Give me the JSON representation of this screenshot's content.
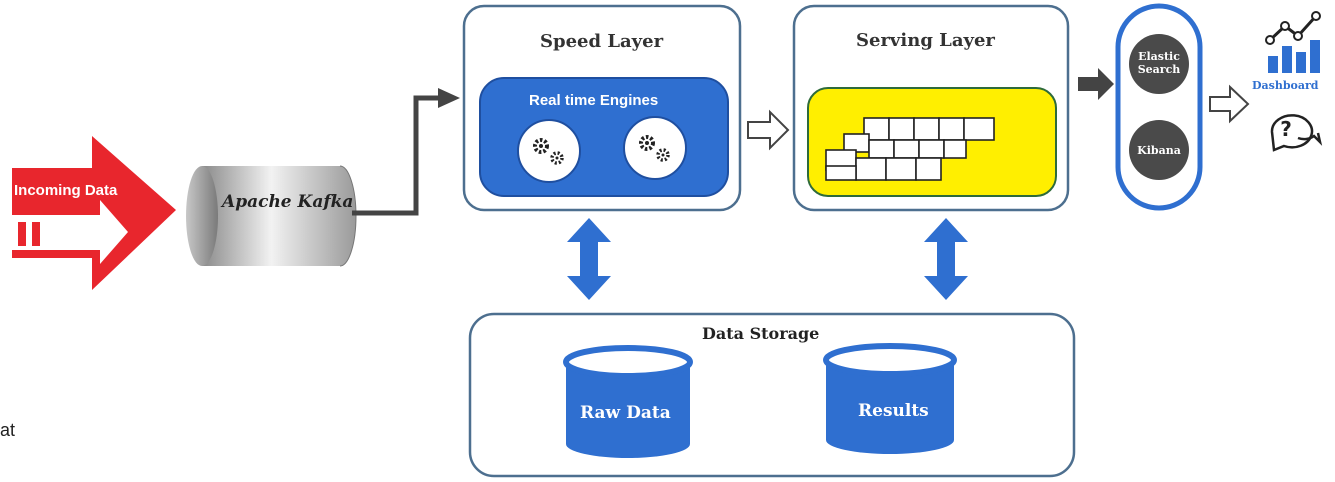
{
  "input": {
    "label": "Incoming Data"
  },
  "kafka": {
    "label": "Apache Kafka"
  },
  "speed_layer": {
    "title": "Speed Layer",
    "engines_title": "Real time Engines"
  },
  "serving_layer": {
    "title": "Serving Layer"
  },
  "data_storage": {
    "title": "Data Storage",
    "raw_label": "Raw  Data",
    "results_label": "Results"
  },
  "search": {
    "elastic_line1": "Elastic",
    "elastic_line2": "Search",
    "kibana_label": "Kibana"
  },
  "output": {
    "dashboard_label": "Dashboard"
  },
  "edge_text": "at",
  "colors": {
    "blue": "#2f6fd0",
    "dark_blue_border": "#1f4fa0",
    "red": "#e8262d",
    "yellow": "#ffef00",
    "gray_circle": "#4a4a4a",
    "box_border": "#4d6f8f"
  }
}
